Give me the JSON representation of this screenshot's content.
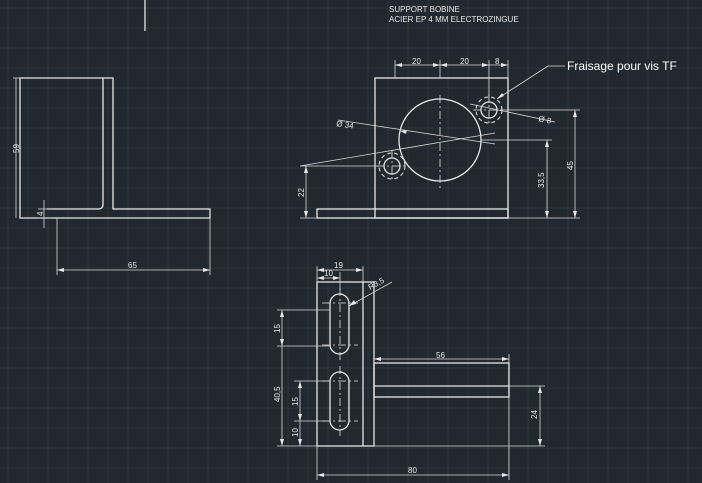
{
  "title": {
    "line1": "SUPPORT BOBINE",
    "line2": "ACIER EP 4 MM ELECTROZINGUE"
  },
  "annotation": "Fraisage pour vis TF",
  "dimensions": {
    "side_height": "59",
    "side_thickness": "4",
    "side_length": "65",
    "front_w1": "20",
    "front_w2": "20",
    "front_w3": "8",
    "front_dia_big": "Ø 34",
    "front_dia_small": "Ø 8",
    "front_h_small_hole": "22",
    "front_h_center": "33,5",
    "front_h_total": "45",
    "top_w19": "19",
    "top_w10": "10",
    "top_radius": "R3,5",
    "top_h15a": "15",
    "top_h40_5": "40,5",
    "top_h15b": "15",
    "top_h10": "10",
    "top_w56": "56",
    "top_h24": "24",
    "top_w80": "80"
  }
}
